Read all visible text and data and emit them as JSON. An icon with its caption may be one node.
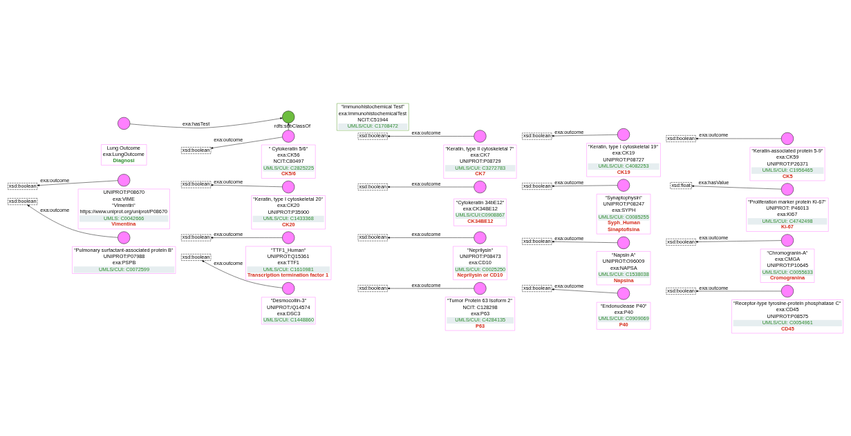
{
  "diagram": {
    "nodes": [
      {
        "text": [],
        "shape": "circle"
      },
      {
        "text": [],
        "shape": "circle"
      },
      {
        "text": [
          "“Immunohistochemical Test”",
          "exa:ImmunohistochemicalTest",
          "NCIT:C51944",
          "UMLS/CUI: C1708472"
        ]
      },
      {
        "text": [
          "Lung Outcome",
          "exa:LungOutcome",
          "Diagnosi"
        ]
      },
      {
        "text": [
          "xsd:boolean"
        ]
      },
      {
        "text": [],
        "shape": "circle"
      },
      {
        "text": [
          "xsd:boolean"
        ]
      },
      {
        "text": [],
        "shape": "circle"
      },
      {
        "text": [
          "xsd:boolean"
        ]
      },
      {
        "text": [],
        "shape": "circle"
      },
      {
        "text": [
          "xsd:boolean"
        ]
      },
      {
        "text": [],
        "shape": "circle"
      },
      {
        "text": [
          "“ Cytokeratin 5/6“",
          "exa:CK56",
          "NCIT:C80497",
          "UMLS/CUI: C2825225",
          "CK5/6"
        ]
      },
      {
        "text": [
          "“Keratin, type II cytoskeletal 7“",
          "exa:CK7",
          "UNIPROT:P08729",
          "UMLS/CUI: C3272783",
          "CK7"
        ]
      },
      {
        "text": [
          "“Keratin, type I cytoskeletal 19“",
          "exa:CK19",
          "UNIPROT:P08727",
          "UMLS/CUI: C4082253",
          "CK19"
        ]
      },
      {
        "text": [
          "“Keratin-associated protein 5-9“",
          "exa:CK59",
          "UNIPROT:P26371",
          "UMLS/CUI: C1956465",
          "CK5"
        ]
      },
      {
        "text": [
          "xsd:boolean"
        ]
      },
      {
        "text": [],
        "shape": "circle"
      },
      {
        "text": [
          "xsd:boolean"
        ]
      },
      {
        "text": [],
        "shape": "circle"
      },
      {
        "text": [
          "xsd:boolean"
        ]
      },
      {
        "text": [],
        "shape": "circle"
      },
      {
        "text": [
          "xsd:boolean"
        ]
      },
      {
        "text": [],
        "shape": "circle"
      },
      {
        "text": [
          "xsd:float"
        ]
      },
      {
        "text": [],
        "shape": "circle"
      },
      {
        "text": [
          "UNIPROT:P08670",
          "exa:VIME",
          "“Vimentin“",
          "https://www.uniprot.org/uniprot/P08670",
          "UMLS: C0042666",
          "Vimentina"
        ]
      },
      {
        "text": [
          "“Keratin, type I cytoskeletal 20“",
          "exa:CK20",
          "UNIPROT:P35900",
          "UMLS/CUI: C1433368",
          "CK20"
        ]
      },
      {
        "text": [
          "“Cytokeratin 34bE12“",
          "exa:CK34BE12",
          "UMLS/CUI:C0908867",
          "CK34BE12"
        ]
      },
      {
        "text": [
          "“Synaptophysin“",
          "UNIPROT:P08247",
          "exa:SYPH",
          "UMLS/CUI: C0085255",
          "Syph_Human",
          "Sinaptofisina"
        ]
      },
      {
        "text": [
          "“Proliferation marker protein Ki-67“",
          "UNIPROT: P46013",
          "exa:KI67",
          "UMLS/CUI: C4742498",
          "Ki-67"
        ]
      },
      {
        "text": [
          "xsd:boolean"
        ]
      },
      {
        "text": [],
        "shape": "circle"
      },
      {
        "text": [
          "xsd:boolean"
        ]
      },
      {
        "text": [],
        "shape": "circle"
      },
      {
        "text": [
          "xsd:boolean"
        ]
      },
      {
        "text": [],
        "shape": "circle"
      },
      {
        "text": [
          "xsd:boolean"
        ]
      },
      {
        "text": [],
        "shape": "circle"
      },
      {
        "text": [
          "xsd:boolean"
        ]
      },
      {
        "text": [],
        "shape": "circle"
      },
      {
        "text": [
          "“Pulmonary surfactant-associated protein B“",
          "UNIPROT:P07988",
          "exa:PSPB",
          "UMLS/CUI: C0072599"
        ]
      },
      {
        "text": [
          "“TTF1_Human“",
          "UNIPROT:Q15361",
          "exa:TTF1",
          "UMLS/CUI: C1610981",
          "Transcription termination factor 1"
        ]
      },
      {
        "text": [
          "“Neprilysin“",
          "UNIPROT:P08473",
          "exa:CD10",
          "UMLS/CUI: C0025250",
          "Neprilysin or CD10"
        ]
      },
      {
        "text": [
          "“Napsin A“",
          "UNIPROT:O96009",
          "exa:NAPSA",
          "UMLS/CUI: C1538038",
          "Napsina"
        ]
      },
      {
        "text": [
          "“Chromogranin-A“",
          "exa:CMGA",
          "UNIPROT:P10645",
          "UMLS/CUI: C0055633",
          "Cromogranina"
        ]
      },
      {
        "text": [
          "xsd:boolean"
        ]
      },
      {
        "text": [],
        "shape": "circle"
      },
      {
        "text": [
          "xsd:boolean"
        ]
      },
      {
        "text": [],
        "shape": "circle"
      },
      {
        "text": [
          "xsd:boolean"
        ]
      },
      {
        "text": [],
        "shape": "circle"
      },
      {
        "text": [
          "xsd:boolean"
        ]
      },
      {
        "text": [],
        "shape": "circle"
      },
      {
        "text": [
          "“Desmocollin-3“",
          "UNIPROT:/Q14574",
          "exa:DSC3",
          "UMLS/CUI: C1448860"
        ]
      },
      {
        "text": [
          "“Tumor Protein 63 Isoform 2“",
          "NCIT: C128298",
          "exa:P63",
          "UMLS/CUI: C4284135",
          "P63"
        ]
      },
      {
        "text": [
          "“Endonuclease P40“",
          "exa:P40",
          "UMLS/CUI: C0909069",
          "P40"
        ]
      },
      {
        "text": [
          "“Receptor-type tyrosine-protein phosphatase C“",
          "exa:CD45",
          "UNIPROT:P08575",
          "UMLS/CUI: C0054961",
          "CD45"
        ]
      }
    ],
    "edges": [
      {
        "from": 0,
        "to": 1,
        "arrow": "to",
        "label": "exa:hasTest"
      },
      {
        "from": 5,
        "to": 1,
        "arrow": "to",
        "label": "rdfs:subClassOf"
      },
      {
        "from": 5,
        "to": 4,
        "arrow": "to",
        "label": "exa:outcome"
      },
      {
        "from": 7,
        "to": 6,
        "arrow": "to",
        "label": "exa:outcome"
      },
      {
        "from": 9,
        "to": 8,
        "arrow": "to",
        "label": "exa:outcome"
      },
      {
        "from": 11,
        "to": 10,
        "arrow": "to",
        "label": "exa:outcome"
      },
      {
        "from": 17,
        "to": 16,
        "arrow": "to",
        "label": "exa:outcome"
      },
      {
        "from": 19,
        "to": 18,
        "arrow": "to",
        "label": "exa:outcome"
      },
      {
        "from": 21,
        "to": 20,
        "arrow": "to",
        "label": "exa:outcome"
      },
      {
        "from": 23,
        "to": 22,
        "arrow": "to",
        "label": "exa:outcome"
      },
      {
        "from": 25,
        "to": 24,
        "arrow": "to",
        "label": "exa:hasValue"
      },
      {
        "from": 32,
        "to": 31,
        "arrow": "to",
        "label": "exa:outcome"
      },
      {
        "from": 34,
        "to": 33,
        "arrow": "to",
        "label": "exa:outcome"
      },
      {
        "from": 36,
        "to": 35,
        "arrow": "to",
        "label": "exa:outcome"
      },
      {
        "from": 38,
        "to": 37,
        "arrow": "to",
        "label": "exa:outcome"
      },
      {
        "from": 40,
        "to": 39,
        "arrow": "to",
        "label": "exa:outcome"
      },
      {
        "from": 47,
        "to": 46,
        "arrow": "to",
        "label": "exa:outcome"
      },
      {
        "from": 49,
        "to": 48,
        "arrow": "to",
        "label": "exa:outcome"
      },
      {
        "from": 51,
        "to": 50,
        "arrow": "to",
        "label": "exa:outcome"
      },
      {
        "from": 53,
        "to": 52,
        "arrow": "to",
        "label": "exa:outcome"
      }
    ]
  }
}
